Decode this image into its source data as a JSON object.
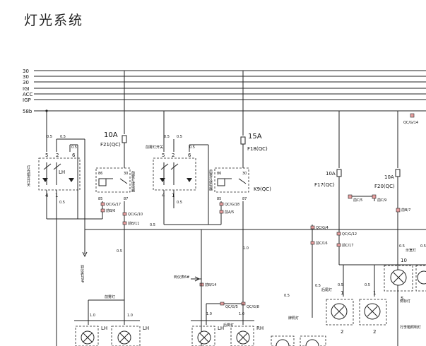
{
  "title": "灯光系统",
  "buses": [
    "30",
    "30",
    "30",
    "IGI",
    "ACC",
    "IGP",
    "58b"
  ],
  "fuses": [
    {
      "label": "10A",
      "name": "F21(QC)"
    },
    {
      "label": "15A",
      "name": "F18(QC)"
    },
    {
      "label": "10A",
      "name": "F17(QC)"
    },
    {
      "label": "10A",
      "name": "F20(QC)"
    }
  ],
  "relay_name": "K9(QC)",
  "relay_pins": [
    "86",
    "30",
    "85",
    "87"
  ],
  "switch_pins": [
    "5",
    "2",
    "6",
    "4",
    "1"
  ],
  "wire_gauges": [
    "0.5",
    "1.0"
  ],
  "lamp_labels": [
    "LH",
    "RH"
  ],
  "lamp_pins": [
    "1",
    "2",
    "10",
    "5"
  ],
  "connectors": [
    "QC/G/17",
    "前B/6",
    "QC/G/10",
    "前B/11",
    "QC/G/18",
    "前A/5",
    "QC/G/14",
    "前C/5",
    "前C/9",
    "前B/7",
    "QC/G/4",
    "前C/16",
    "QC/G/12",
    "前C/17",
    "前B/14",
    "QC/G/5",
    "QC/G/8"
  ],
  "notes": {
    "switch_left": "灯光组合开关",
    "switch_mid": "前雾灯开关",
    "relay_mid": "前雾灯继电器",
    "relay_right": "后雾灯继电器",
    "to_cluster": "到仪表29#",
    "to_cluster_2": "到仪表6#",
    "lamp_group_1": "前雾灯",
    "lamp_group_2": "后雾灯",
    "side_marker": "示宽灯",
    "tail_lamp": "后尾灯",
    "plate_lamp": "牌照灯",
    "trunk_lamp": "行李箱照明灯",
    "side_marker_2": "侧标灯"
  }
}
